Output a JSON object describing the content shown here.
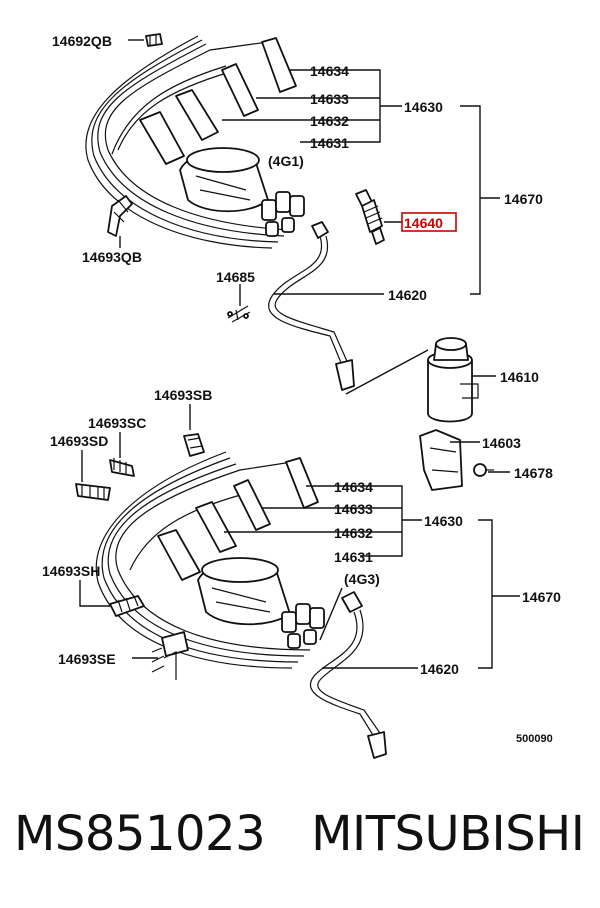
{
  "labels": {
    "p14692qb": "14692QB",
    "p14634a": "14634",
    "p14633a": "14633",
    "p14632a": "14632",
    "p14631a": "14631",
    "p14630a": "14630",
    "g4g1": "(4G1)",
    "p14670a": "14670",
    "p14640": "14640",
    "p14693qb": "14693QB",
    "p14685": "14685",
    "p14620a": "14620",
    "p14610": "14610",
    "p14693sb": "14693SB",
    "p14693sc": "14693SC",
    "p14693sd": "14693SD",
    "p14603": "14603",
    "p14678": "14678",
    "p14634b": "14634",
    "p14633b": "14633",
    "p14632b": "14632",
    "p14631b": "14631",
    "p14630b": "14630",
    "g4g3": "(4G3)",
    "p14693sh": "14693SH",
    "p14670b": "14670",
    "p14693se": "14693SE",
    "p14620b": "14620",
    "code": "500090"
  },
  "caption": {
    "part_number": "MS851023",
    "brand": "MITSUBISHI"
  },
  "colors": {
    "highlight": "#cc0000",
    "ink": "#111111"
  }
}
